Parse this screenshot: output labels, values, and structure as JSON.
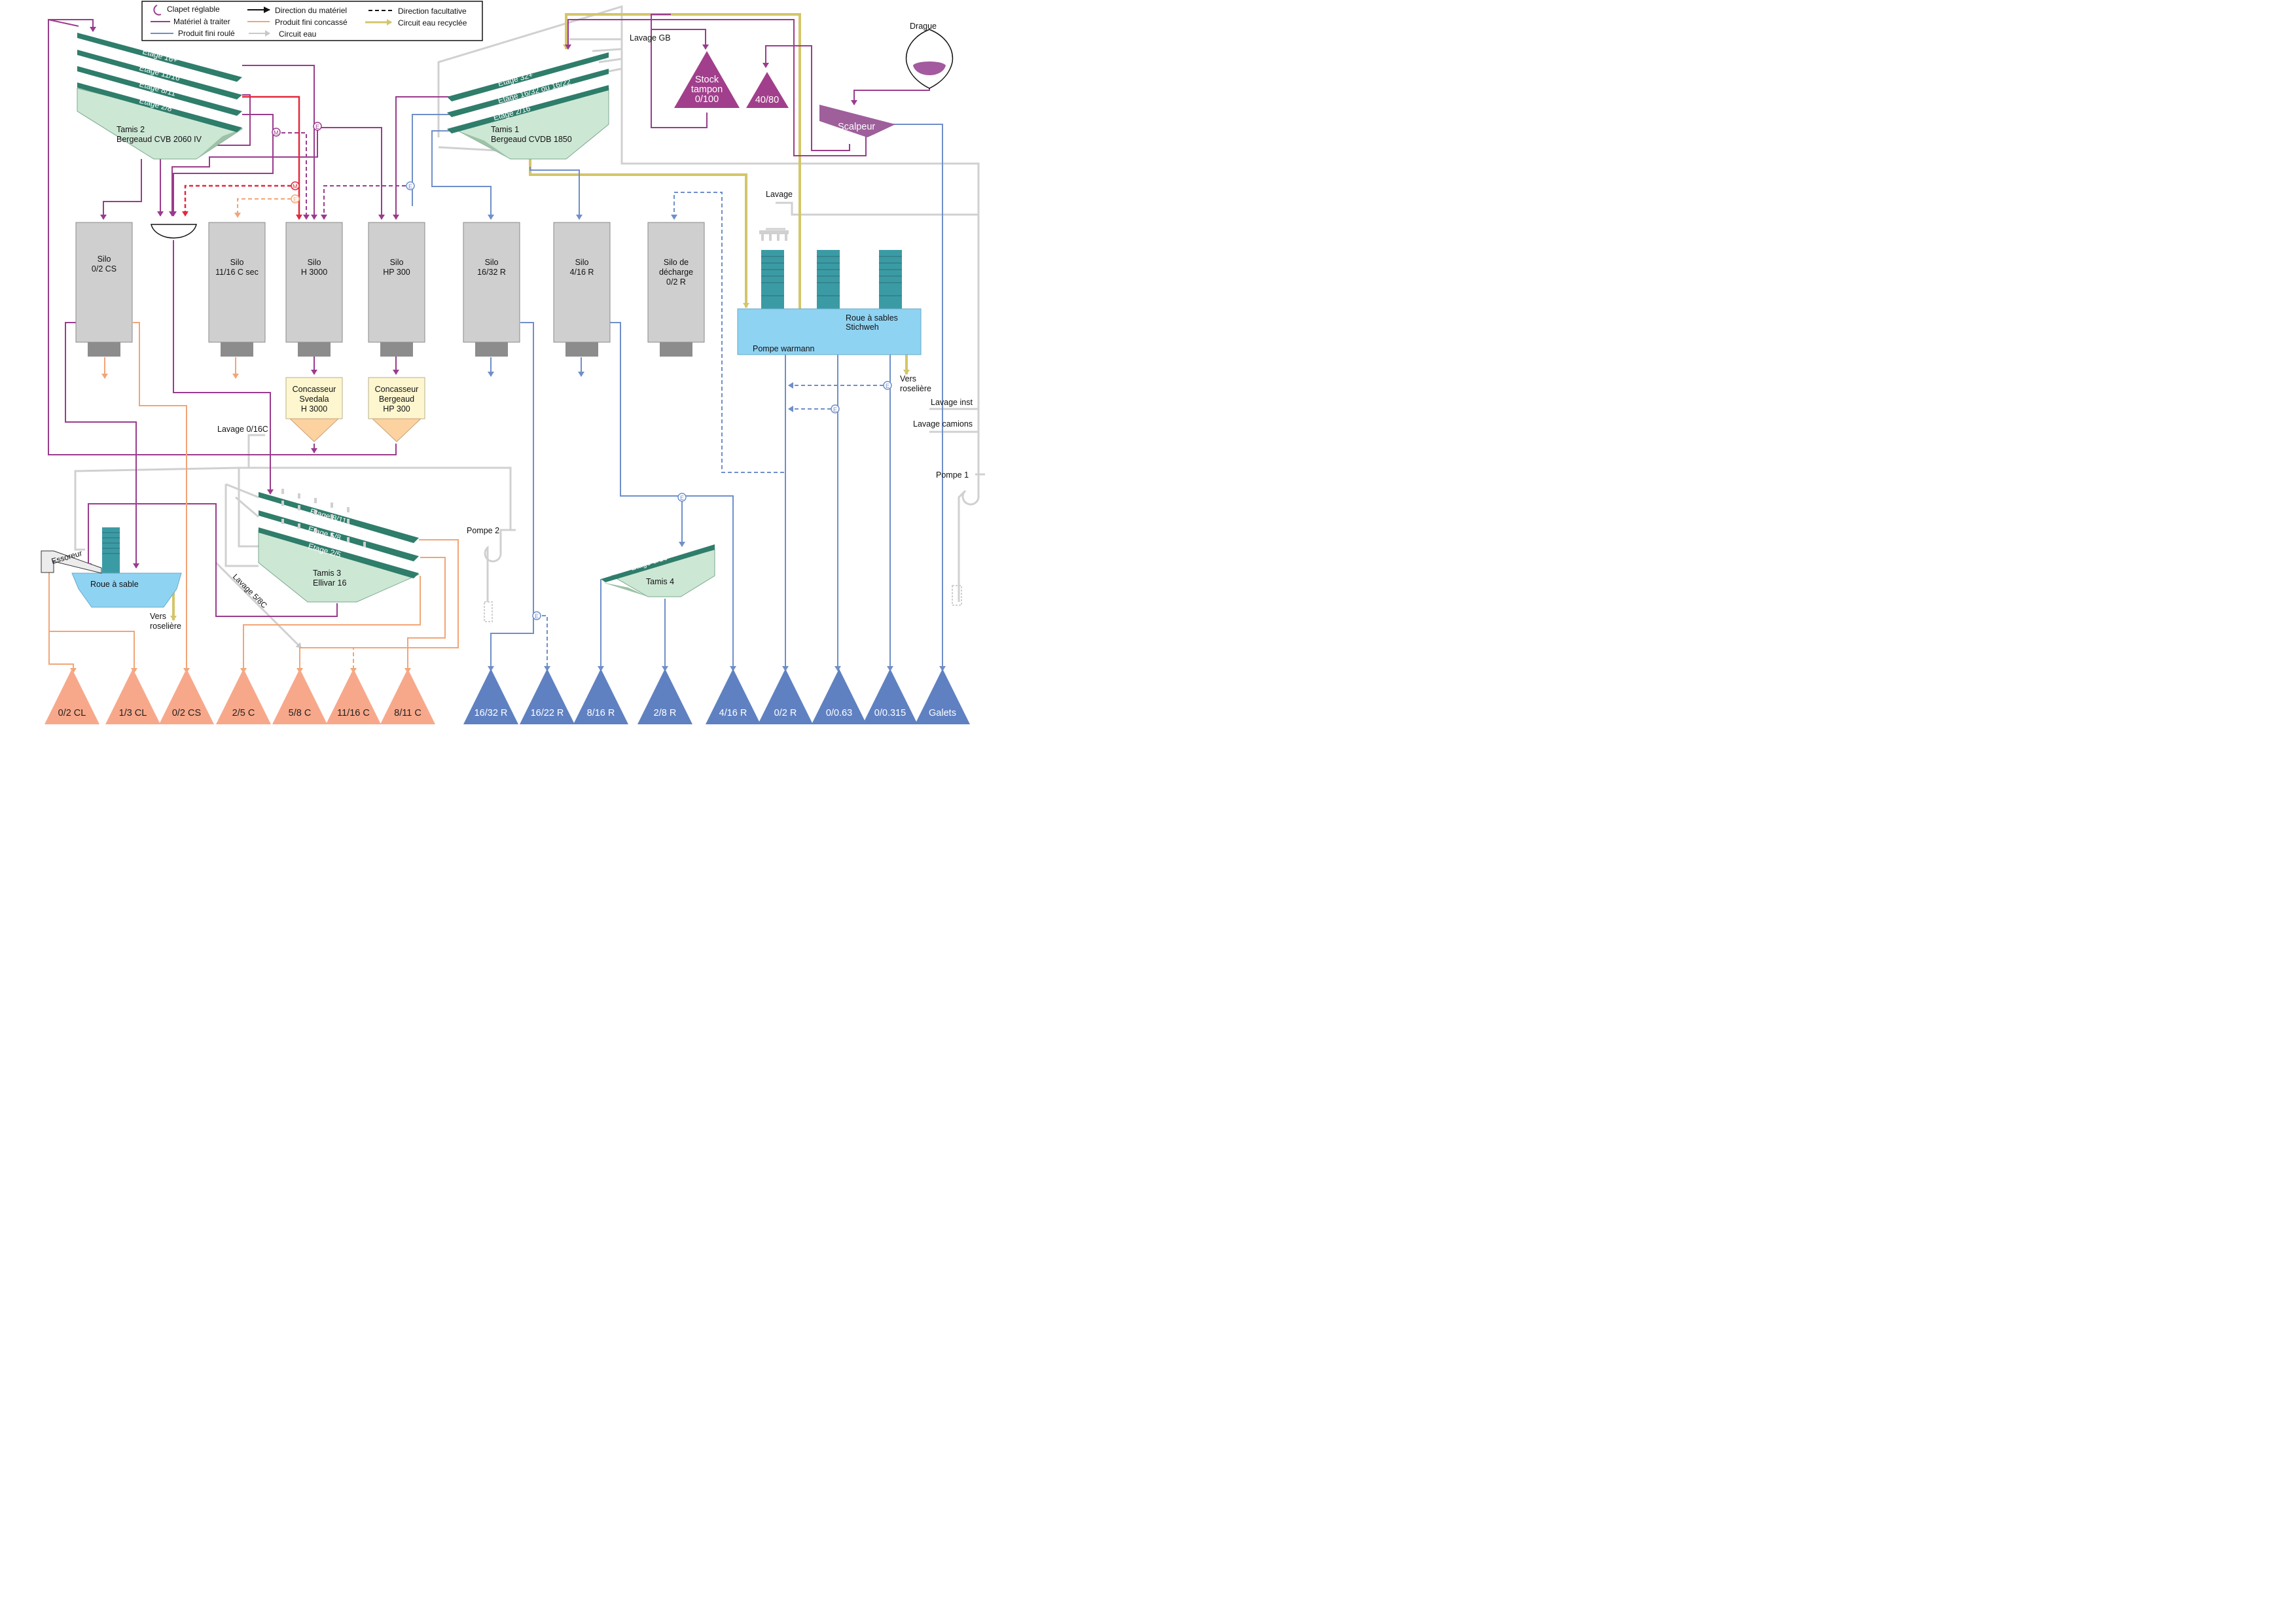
{
  "legend": {
    "clapet": "Clapet réglable",
    "materiel": "Matériel à traiter",
    "concasse": "Produit fini concassé",
    "roule": "Produit fini roulé",
    "direction": "Direction du matériel",
    "eau": "Circuit eau",
    "facultative": "Direction facultative",
    "recyclee": "Circuit eau recyclée"
  },
  "colors": {
    "materiel": "#9a3b8d",
    "concasse": "#f2a576",
    "roule": "#6f8fc9",
    "eau": "#cfcfcf",
    "recyclee": "#d4c56a",
    "rouge": "#e3283c",
    "etage": "#2f7d6b",
    "tamis": "#cde7d5",
    "silo": "#cfcfcf",
    "roue": "#8fd3f3",
    "stock": "#a13f8c"
  },
  "etages": {
    "t2_16": "Etage 16+",
    "t2_11": "Etage 11/16",
    "t2_8": "Etage 8/11",
    "t2_2": "Etage 2/8",
    "t1_32": "Etage 32+",
    "t1_16": "Etage 16/32 ou 16/22",
    "t1_2": "Etage 2/16",
    "t3_8": "Etage 8/11",
    "t3_5": "Etage 5/8",
    "t3_2": "Etage 2/5",
    "t4_8": "Etage 8/16"
  },
  "tamis": {
    "t2_line1": "Tamis 2",
    "t2_line2": "Bergeaud CVB 2060 IV",
    "t1_line1": "Tamis 1",
    "t1_line2": "Bergeaud CVDB 1850",
    "t3_line1": "Tamis 3",
    "t3_line2": "Ellivar 16",
    "t4": "Tamis 4"
  },
  "silos": [
    {
      "l1": "Silo",
      "l2": "0/2 CS"
    },
    {
      "l1": "Silo",
      "l2": "11/16 C sec"
    },
    {
      "l1": "Silo",
      "l2": "H 3000"
    },
    {
      "l1": "Silo",
      "l2": "HP 300"
    },
    {
      "l1": "Silo",
      "l2": "16/32 R"
    },
    {
      "l1": "Silo",
      "l2": "4/16 R"
    },
    {
      "l1": "Silo de",
      "l2": "décharge",
      "l3": "0/2 R"
    }
  ],
  "crushers": [
    {
      "l1": "Concasseur",
      "l2": "Svedala",
      "l3": "H 3000"
    },
    {
      "l1": "Concasseur",
      "l2": "Bergeaud",
      "l3": "HP 300"
    }
  ],
  "stocks": {
    "stock_l1": "Stock",
    "stock_l2": "tampon",
    "stock_l3": "0/100",
    "s4080": "40/80"
  },
  "labels": {
    "drague": "Drague",
    "scalpeur": "Scalpeur",
    "lavage_gb": "Lavage GB",
    "lavage": "Lavage",
    "roue_stichweh_l1": "Roue à sables",
    "roue_stichweh_l2": "Stichweh",
    "pompe_warmann": "Pompe warmann",
    "vers_roseliere_1": "Vers",
    "vers_roseliere_2": "roselière",
    "lavage_inst": "Lavage inst",
    "lavage_camions": "Lavage camions",
    "pompe1": "Pompe 1",
    "pompe2": "Pompe 2",
    "lavage_016c": "Lavage 0/16C",
    "lavage_58c": "Lavage 5/8C",
    "essoreur": "Essoreur",
    "roue_sable": "Roue à sable",
    "marker_m": "M",
    "marker_e": "E"
  },
  "piles_concasse": [
    "0/2 CL",
    "1/3 CL",
    "0/2 CS",
    "2/5 C",
    "5/8 C",
    "11/16 C",
    "8/11 C"
  ],
  "piles_roule": [
    "16/32 R",
    "16/22 R",
    "8/16 R",
    "2/8 R",
    "4/16 R",
    "0/2 R",
    "0/0.63",
    "0/0.315",
    "Galets"
  ]
}
